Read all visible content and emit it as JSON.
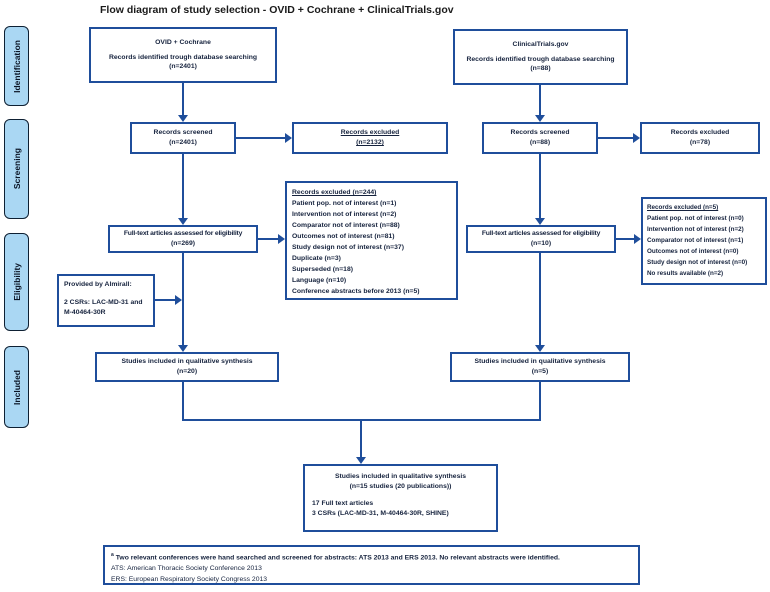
{
  "title": "Flow diagram of study selection - OVID + Cochrane + ClinicalTrials.gov",
  "colors": {
    "box_border": "#1f4e9b",
    "arrow": "#1f4e9b",
    "stage_fill": "#aad7f3",
    "stage_border": "#0e2033"
  },
  "sidebar": {
    "stages": [
      {
        "label": "Identification"
      },
      {
        "label": "Screening"
      },
      {
        "label": "Eligibility"
      },
      {
        "label": "Included"
      }
    ]
  },
  "left": {
    "identified": {
      "source": "OVID + Cochrane",
      "line": "Records identified trough database searching",
      "n": "(n=2401)"
    },
    "screened": {
      "line": "Records screened",
      "n": "(n=2401)"
    },
    "excluded": {
      "line": "Records excluded",
      "n": "(n=2132)"
    },
    "fulltext": {
      "line": "Full-text articles assessed for eligibility",
      "n": "(n=269)"
    },
    "reasons": {
      "header": "Records excluded (n=244)",
      "items": [
        "Patient pop. not of interest (n=1)",
        "Intervention not of interest (n=2)",
        "Comparator not of interest (n=88)",
        "Outcomes not of interest (n=81)",
        "Study design not of interest (n=37)",
        "Duplicate (n=3)",
        "Superseded (n=18)",
        "Language (n=10)",
        "Conference abstracts before 2013 (n=5)"
      ]
    },
    "provided": {
      "line1": "Provided by Almirall:",
      "line2": "2 CSRs: LAC-MD-31 and",
      "line3": "M-40464-30R"
    },
    "qualitative": {
      "line": "Studies included in qualitative synthesis",
      "n": "(n=20)"
    }
  },
  "right": {
    "identified": {
      "source": "ClinicalTrials.gov",
      "line": "Records identified trough database searching",
      "n": "(n=88)"
    },
    "screened": {
      "line": "Records screened",
      "n": "(n=88)"
    },
    "excluded": {
      "line": "Records  excluded",
      "n": "(n=78)"
    },
    "fulltext": {
      "line": "Full-text articles assessed for  eligibility",
      "n": "(n=10)"
    },
    "reasons": {
      "header": "Records excluded (n=5)",
      "items": [
        "Patient pop. not of interest (n=0)",
        "Intervention not of interest (n=2)",
        "Comparator not of interest (n=1)",
        "Outcomes not of interest (n=0)",
        "Study design not of interest (n=0)",
        "No results available (n=2)"
      ]
    },
    "qualitative": {
      "line": "Studies included in qualitative synthesis",
      "n": "(n=5)"
    }
  },
  "combined": {
    "line1": "Studies included in qualitative synthesis",
    "line2": "(n=15 studies (20 publications))",
    "line3": "17 Full text articles",
    "line4": "3 CSRs (LAC-MD-31,  M-40464-30R, SHINE)"
  },
  "footnote": {
    "marker": "a",
    "line1": "Two  relevant conferences were hand searched and screened for abstracts:  ATS 2013 and ERS 2013. No relevant abstracts  were identified.",
    "line2": "ATS:  American Thoracic Society Conference 2013",
    "line3": "ERS:  European Respiratory Society Congress 2013"
  }
}
